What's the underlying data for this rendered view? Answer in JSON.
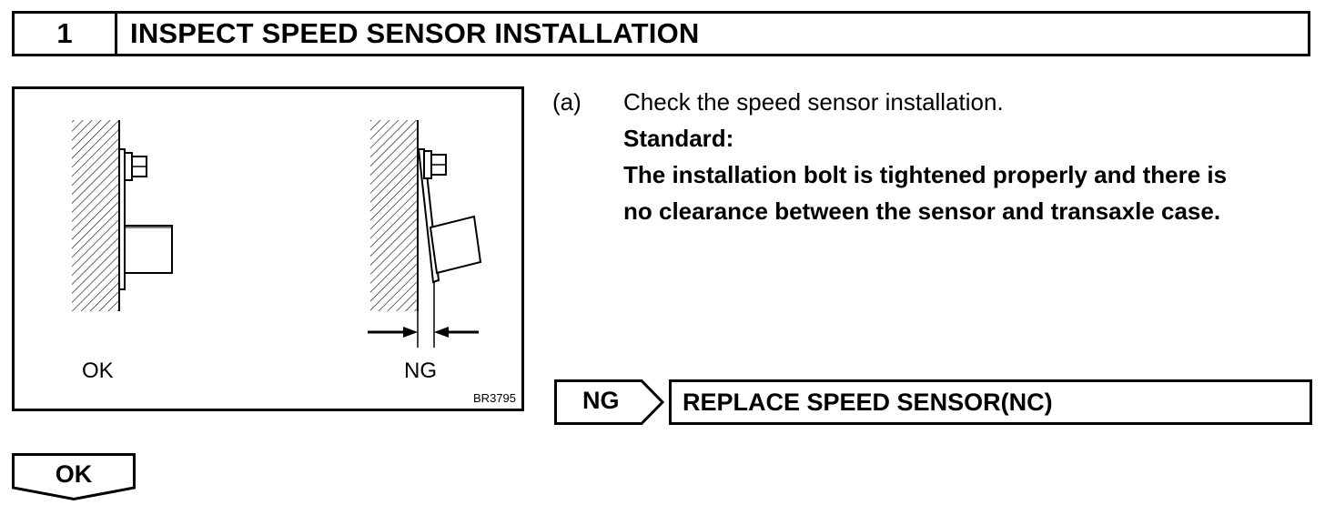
{
  "step": {
    "number": "1",
    "title": "INSPECT SPEED SENSOR INSTALLATION"
  },
  "illustration": {
    "label_ok": "OK",
    "label_ng": "NG",
    "figure_code": "BR3795"
  },
  "instruction": {
    "marker": "(a)",
    "text": "Check the speed sensor installation.",
    "standard_label": "Standard:",
    "standard_line1": "The installation bolt is tightened properly and there is",
    "standard_line2": "no clearance between the sensor and transaxle case."
  },
  "result_ng": {
    "tag": "NG",
    "action": "REPLACE SPEED SENSOR(NC)"
  },
  "result_ok": {
    "tag": "OK"
  }
}
